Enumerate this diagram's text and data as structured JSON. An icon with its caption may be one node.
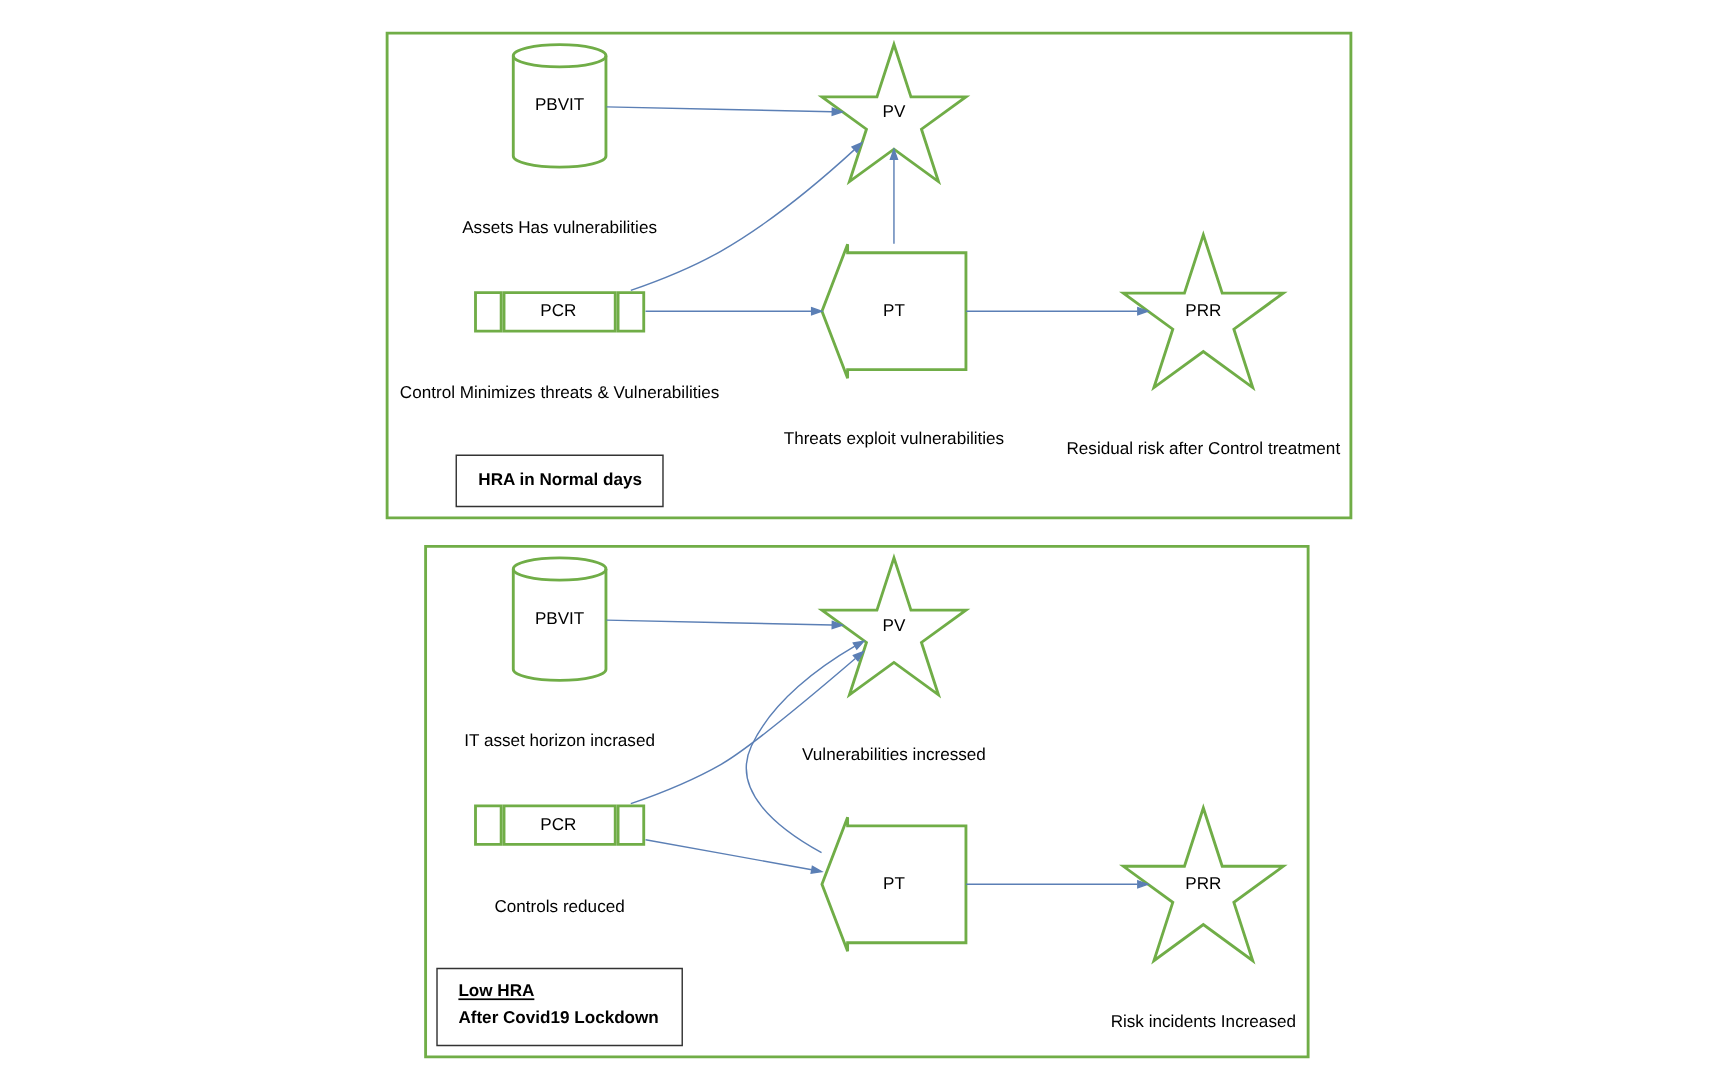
{
  "diagram": {
    "nodes": [
      {
        "text": [],
        "shape": "box"
      },
      {
        "text": [
          "PBVIT"
        ],
        "in": 0,
        "beside": [
          "Assets Has vulnerabilities"
        ]
      },
      {
        "text": [
          "PV"
        ],
        "in": 0
      },
      {
        "text": [
          "PCR"
        ],
        "in": 0,
        "beside": [
          "Control Minimizes threats & Vulnerabilities"
        ]
      },
      {
        "text": [
          "PT"
        ],
        "in": 0,
        "beside": [
          "Threats exploit vulnerabilities"
        ]
      },
      {
        "text": [
          "PRR"
        ],
        "in": 0,
        "beside": [
          "Residual risk after Control treatment"
        ]
      },
      {
        "text": [
          "HRA in Normal days"
        ],
        "in": 0
      },
      {
        "text": [],
        "shape": "box"
      },
      {
        "text": [
          "PBVIT"
        ],
        "in": 7,
        "beside": [
          "IT asset horizon incrased"
        ]
      },
      {
        "text": [
          "PV"
        ],
        "in": 7,
        "beside": [
          "Vulnerabilities incressed"
        ]
      },
      {
        "text": [
          "PCR"
        ],
        "in": 7,
        "beside": [
          "Controls reduced"
        ]
      },
      {
        "text": [
          "PT"
        ],
        "in": 7
      },
      {
        "text": [
          "PRR"
        ],
        "in": 7,
        "beside": [
          "Risk incidents Increased"
        ]
      },
      {
        "text": [
          "Low HRA",
          "After Covid19 Lockdown"
        ],
        "in": 7
      }
    ],
    "edges": [
      {
        "from": 1,
        "to": 2,
        "arrow": "to"
      },
      {
        "from": 4,
        "to": 2,
        "arrow": "to"
      },
      {
        "from": 3,
        "to": 2,
        "arrow": "to"
      },
      {
        "from": 3,
        "to": 4,
        "arrow": "to"
      },
      {
        "from": 4,
        "to": 5,
        "arrow": "to"
      },
      {
        "from": 8,
        "to": 9,
        "arrow": "to"
      },
      {
        "from": 11,
        "to": 9,
        "arrow": "to"
      },
      {
        "from": 10,
        "to": 9,
        "arrow": "to"
      },
      {
        "from": 10,
        "to": 11,
        "arrow": "to"
      },
      {
        "from": 11,
        "to": 12,
        "arrow": "to"
      }
    ]
  }
}
